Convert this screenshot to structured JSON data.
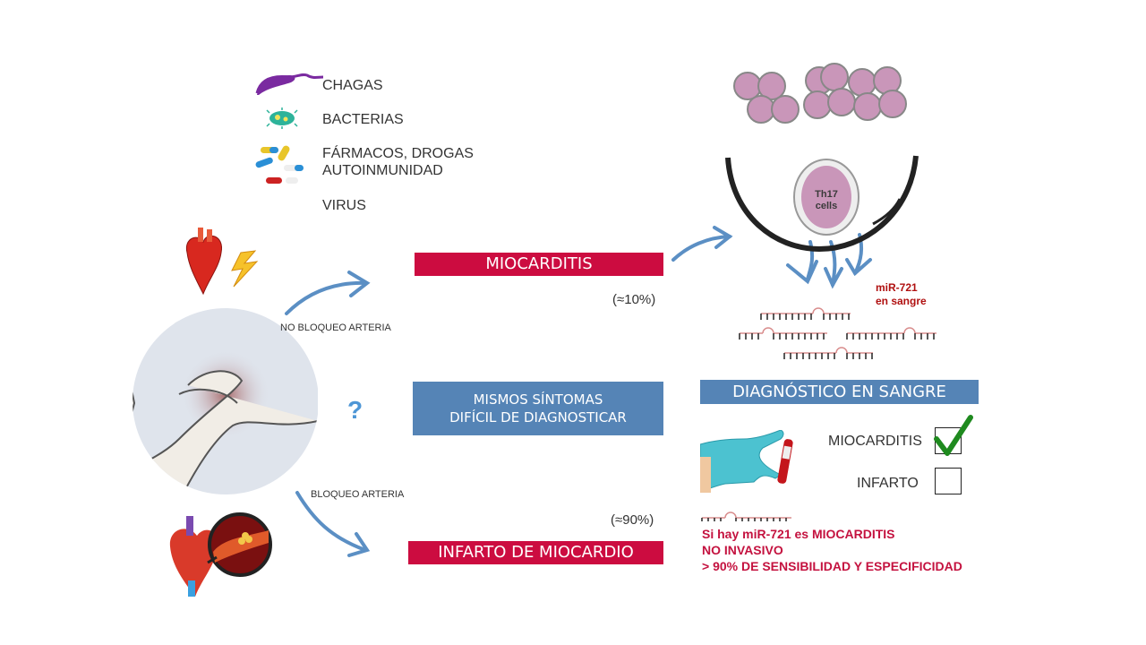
{
  "causes": {
    "title_items": [
      {
        "label": "CHAGAS",
        "icon": "parasite-icon"
      },
      {
        "label": "BACTERIAS",
        "icon": "bacteria-icon"
      },
      {
        "label": "FÁRMACOS, DROGAS",
        "icon": "pills-icon"
      },
      {
        "label": "AUTOINMUNIDAD",
        "icon": ""
      },
      {
        "label": "VIRUS",
        "icon": ""
      }
    ]
  },
  "paths": {
    "no_block_label": "NO BLOQUEO ARTERIA",
    "block_label": "BLOQUEO ARTERIA",
    "question_mark": "?"
  },
  "banners": {
    "myocarditis": "MIOCARDITIS",
    "myocarditis_pct": "(≈10%)",
    "same_symptoms_line1": "MISMOS SÍNTOMAS",
    "same_symptoms_line2": "DIFÍCIL DE DIAGNOSTICAR",
    "infarct": "INFARTO DE MIOCARDIO",
    "infarct_pct": "(≈90%)"
  },
  "cells": {
    "th17_line1": "Th17",
    "th17_line2": "cells",
    "mirna_line1": "miR-721",
    "mirna_line2": "en sangre"
  },
  "diagnosis": {
    "title": "DIAGNÓSTICO EN SANGRE",
    "options": [
      {
        "label": "MIOCARDITIS",
        "checked": true
      },
      {
        "label": "INFARTO",
        "checked": false
      }
    ],
    "notes": [
      "Si hay miR-721 es MIOCARDITIS",
      "NO INVASIVO",
      "> 90% DE SENSIBILIDAD Y ESPECIFICIDAD"
    ]
  },
  "colors": {
    "red": "#cc0c40",
    "blue": "#5584b6",
    "arrow": "#5b8fc4",
    "check": "#1f8a1f",
    "cell": "#c996b9"
  }
}
